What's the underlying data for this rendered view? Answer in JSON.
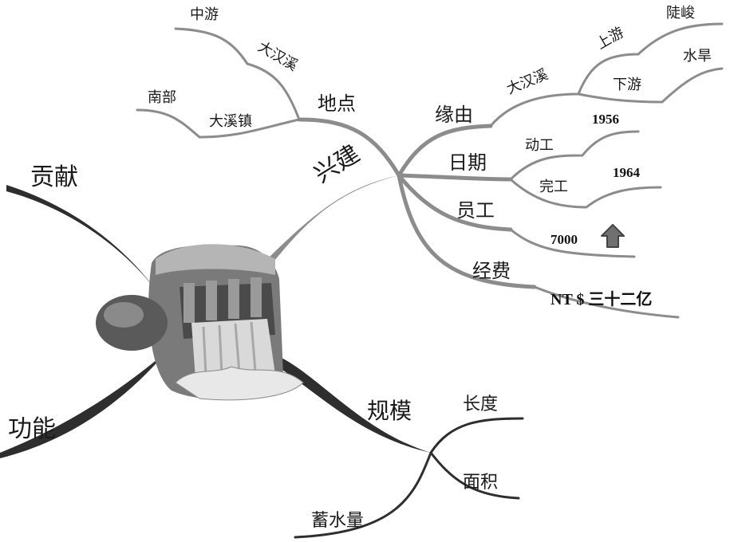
{
  "mindmap": {
    "main_branches": {
      "contribution": "贡献",
      "function": "功能",
      "construction": "兴建",
      "scale": "规模"
    },
    "construction": {
      "location": {
        "label": "地点",
        "midstream": "中游",
        "dahanxi": "大汉溪",
        "south": "南部",
        "daxi_town": "大溪镇"
      },
      "reason": {
        "label": "缘由",
        "dahanxi": "大汉溪",
        "upstream": "上游",
        "steep": "陡峻",
        "downstream": "下游",
        "drought": "水旱"
      },
      "date": {
        "label": "日期",
        "start_label": "动工",
        "start_year": "1956",
        "finish_label": "完工",
        "finish_year": "1964"
      },
      "staff": {
        "label": "员工",
        "count": "7000"
      },
      "funding": {
        "label": "经费",
        "amount": "NT $ 三十二亿"
      }
    },
    "scale": {
      "length": "长度",
      "area": "面积",
      "storage": "蓄水量"
    },
    "icons": {
      "center": "dam-waterfall-icon",
      "arrow": "arrow-up-icon"
    },
    "colors": {
      "branch_gray": "#8c8c8c",
      "branch_dark": "#2e2e2e",
      "dam_stone": "#9a9a9a",
      "dam_dark": "#4a4a4a",
      "water": "#d9d9d9"
    }
  }
}
